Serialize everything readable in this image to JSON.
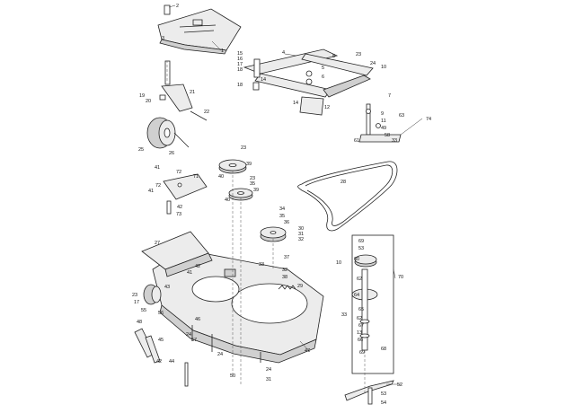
{
  "callouts": [
    "2",
    "3",
    "1",
    "15",
    "16",
    "17",
    "18",
    "4",
    "8",
    "23",
    "24",
    "10",
    "5",
    "6",
    "14",
    "19",
    "18",
    "21",
    "20",
    "22",
    "25",
    "26",
    "14",
    "12",
    "7",
    "9",
    "63",
    "74",
    "11",
    "49",
    "58",
    "61",
    "33",
    "23",
    "39",
    "40",
    "23",
    "35",
    "39",
    "40",
    "41",
    "72",
    "71",
    "41",
    "72",
    "42",
    "73",
    "28",
    "34",
    "35",
    "36",
    "30",
    "31",
    "32",
    "37",
    "27",
    "42",
    "41",
    "33",
    "32",
    "38",
    "69",
    "53",
    "43",
    "60",
    "29",
    "10",
    "62",
    "23",
    "17",
    "55",
    "64",
    "70",
    "56",
    "33",
    "65",
    "46",
    "24",
    "57",
    "62",
    "67",
    "13",
    "66",
    "48",
    "45",
    "42",
    "44",
    "47",
    "24",
    "50",
    "24",
    "31",
    "69",
    "52",
    "53",
    "54",
    "68"
  ]
}
